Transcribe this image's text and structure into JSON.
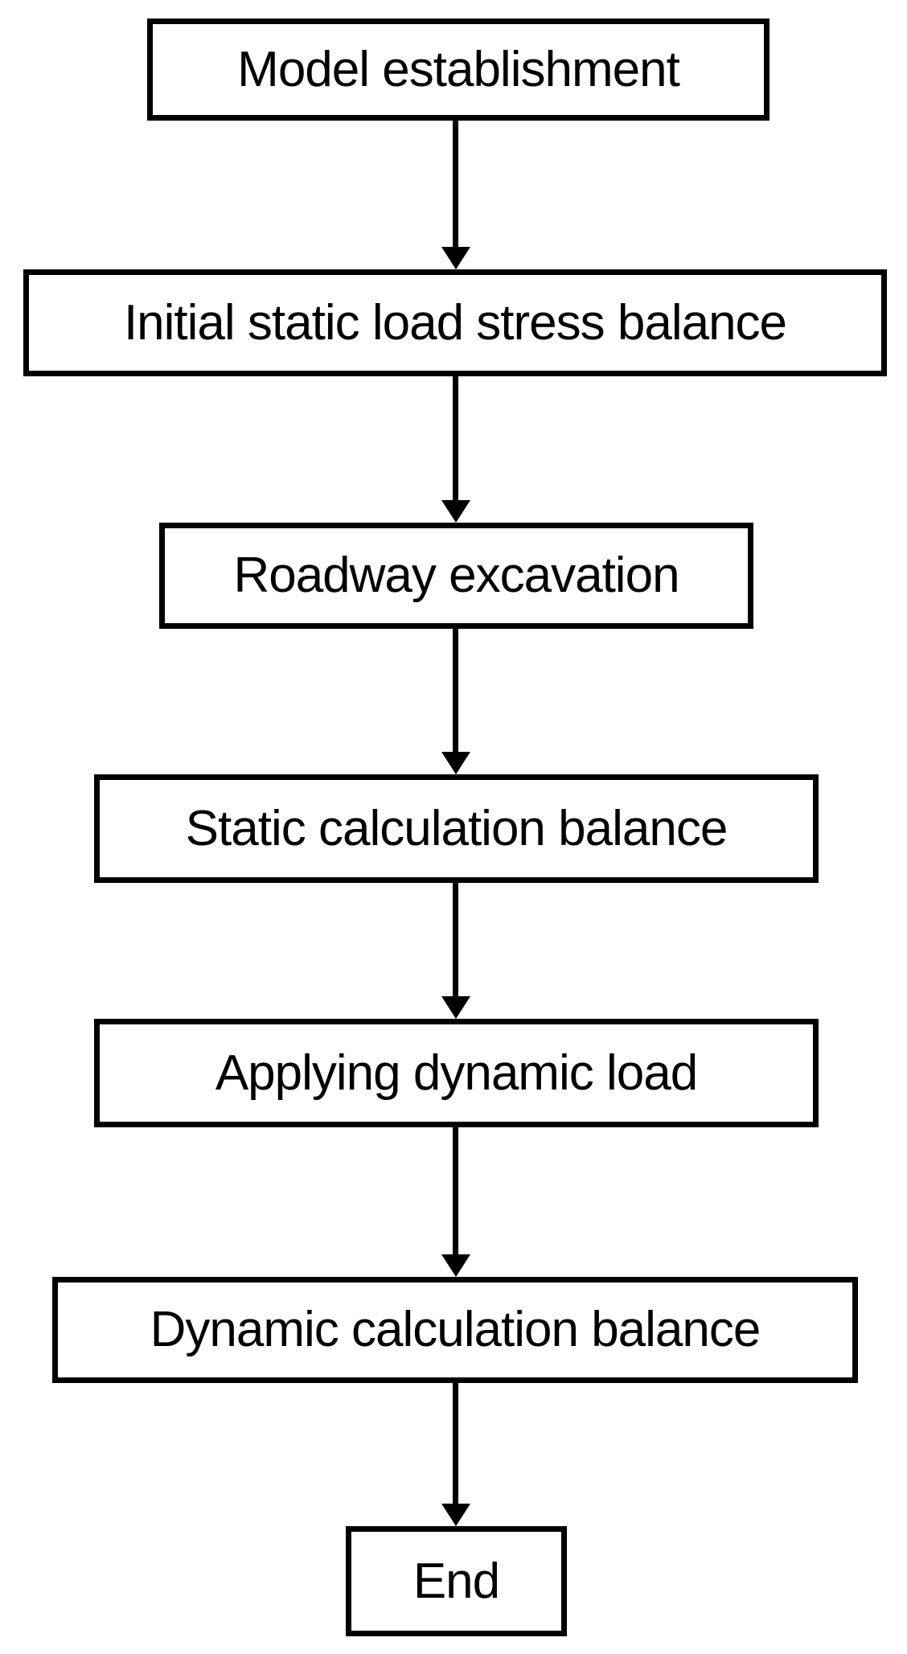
{
  "flowchart": {
    "type": "flowchart",
    "direction": "top-to-bottom",
    "colors": {
      "background": "#ffffff",
      "node_fill": "#ffffff",
      "node_border": "#000000",
      "text": "#000000",
      "arrow": "#000000"
    },
    "nodes": [
      {
        "id": "model-establishment",
        "label": "Model establishment"
      },
      {
        "id": "initial-static-load-stress-balance",
        "label": "Initial static load stress balance"
      },
      {
        "id": "roadway-excavation",
        "label": "Roadway excavation"
      },
      {
        "id": "static-calculation-balance",
        "label": "Static calculation balance"
      },
      {
        "id": "applying-dynamic-load",
        "label": "Applying dynamic load"
      },
      {
        "id": "dynamic-calculation-balance",
        "label": "Dynamic calculation balance"
      },
      {
        "id": "end",
        "label": "End"
      }
    ],
    "edges": [
      {
        "from": "model-establishment",
        "to": "initial-static-load-stress-balance"
      },
      {
        "from": "initial-static-load-stress-balance",
        "to": "roadway-excavation"
      },
      {
        "from": "roadway-excavation",
        "to": "static-calculation-balance"
      },
      {
        "from": "static-calculation-balance",
        "to": "applying-dynamic-load"
      },
      {
        "from": "applying-dynamic-load",
        "to": "dynamic-calculation-balance"
      },
      {
        "from": "dynamic-calculation-balance",
        "to": "end"
      }
    ]
  }
}
